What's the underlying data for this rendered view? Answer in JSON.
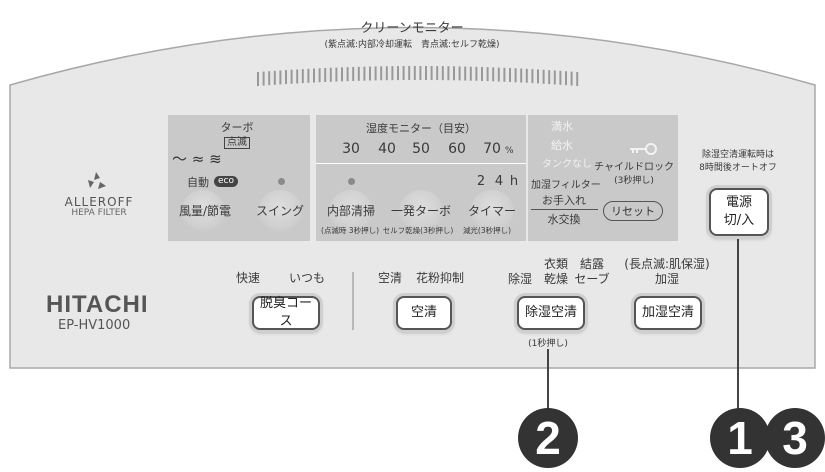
{
  "monitor": {
    "title": "クリーンモニター",
    "subtitle": "(紫点滅:内部冷却運転　青点滅:セルフ乾燥)"
  },
  "brand": {
    "alleroff": "ALLEROFF",
    "hepa": "HEPA FILTER",
    "hitachi": "HITACHI",
    "model": "EP-HV1000"
  },
  "fan": {
    "turbo": "ターボ",
    "turbo_blink": "点滅",
    "auto": "自動",
    "eco": "eco",
    "volume_label": "風量/節電",
    "swing_label": "スイング"
  },
  "humidity": {
    "title": "湿度モニター（目安）",
    "values": [
      "30",
      "40",
      "50",
      "60",
      "70"
    ],
    "unit": "%"
  },
  "timer": {
    "hours": [
      "2",
      "4"
    ],
    "unit": "h",
    "inner_clean": "内部清掃",
    "turbo_once": "一発ターボ",
    "timer_label": "タイマー",
    "inner_note": "(点滅時 3秒押し)",
    "self_dry_note": "セルフ乾燥(3秒押し)",
    "dim_note": "減光(3秒押し)"
  },
  "status": {
    "full": "満水",
    "supply": "給水",
    "no_tank": "タンクなし",
    "filter1": "加湿フィルター",
    "filter2": "お手入れ",
    "child_lock": "チャイルドロック",
    "child_note": "(3秒押し)",
    "water_change": "水交換",
    "reset": "リセット"
  },
  "power": {
    "note1": "除湿空清運転時は",
    "note2": "8時間後オートオフ",
    "label1": "電源",
    "label2": "切/入"
  },
  "modes": {
    "deodor_fast": "快速",
    "deodor_always": "いつも",
    "deodor_btn": "脱臭コース",
    "clean_air": "空清",
    "pollen": "花粉抑制",
    "clean_btn": "空清",
    "dehumid": "除湿",
    "clothes1": "衣類",
    "clothes2": "乾燥",
    "condense1": "結露",
    "condense2": "セーブ",
    "dehumid_btn": "除湿空清",
    "dehumid_note": "(1秒押し)",
    "humid_note1": "(長点滅:肌保湿)",
    "humid_note2": "加湿",
    "humid_btn": "加湿空清"
  },
  "callouts": [
    "2",
    "1",
    "3"
  ]
}
